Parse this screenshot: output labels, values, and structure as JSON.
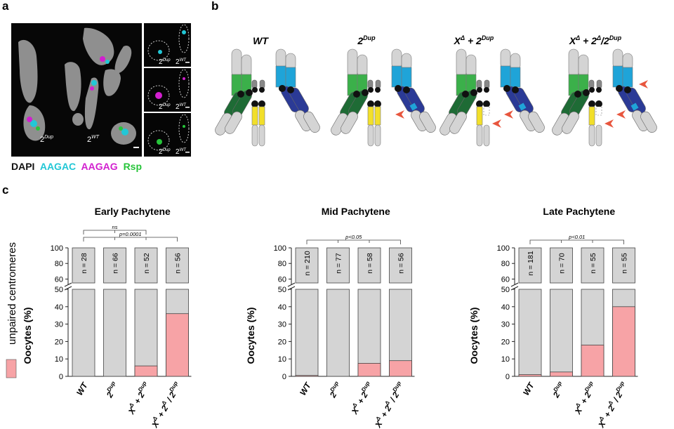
{
  "panel_labels": {
    "a": "a",
    "b": "b",
    "c": "c"
  },
  "panel_a": {
    "main_labels": {
      "dup": "2",
      "dup_sup": "Dup",
      "wt": "2",
      "wt_sup": "WT"
    },
    "inset_labels": {
      "dup": "2",
      "dup_sup": "Dup",
      "wt": "2",
      "wt_sup": "WT"
    },
    "legend": [
      {
        "text": "DAPI",
        "color": "#111111"
      },
      {
        "text": "AAGAC",
        "color": "#22c7d6"
      },
      {
        "text": "AAGAG",
        "color": "#d21fcf"
      },
      {
        "text": "Rsp",
        "color": "#27c43a"
      }
    ]
  },
  "panel_b": {
    "genotypes": [
      {
        "base": "WT",
        "sup": ""
      },
      {
        "base": "2",
        "sup": "Dup"
      },
      {
        "base": "X",
        "sup": "Δ",
        "plus": " + 2",
        "plus_sup": "Dup"
      },
      {
        "base": "X",
        "sup": "Δ",
        "plus": " + 2",
        "plus_sup": "Δ",
        "slash": "/2",
        "slash_sup": "Dup"
      }
    ],
    "colors": {
      "green_light": "#3bb04a",
      "green_dark": "#1e6b35",
      "blue_light": "#1fa4d8",
      "blue_dark": "#2b3a96",
      "yellow": "#f2df2a",
      "grey": "#d4d4d4",
      "arrow": "#e8563e"
    }
  },
  "legend_c": {
    "label": "unpaired centromeres",
    "color": "#f7a3a6"
  },
  "chart_data": [
    {
      "type": "bar",
      "title": "Early Pachytene",
      "ylabel": "Oocytes (%)",
      "ylim": [
        0,
        100
      ],
      "axis_break": [
        50,
        55
      ],
      "yticks_lower": [
        "0",
        "10",
        "20",
        "30",
        "40",
        "50"
      ],
      "yticks_upper": [
        "60",
        "80",
        "100"
      ],
      "categories": [
        {
          "base": "WT",
          "sup": ""
        },
        {
          "base": "2",
          "sup": "Dup"
        },
        {
          "base": "X",
          "sup": "Δ",
          "plus": " + 2",
          "plus_sup": "Dup"
        },
        {
          "base": "X",
          "sup": "Δ",
          "plus": " + 2",
          "plus_sup": "Δ",
          "slash": " / 2",
          "slash_sup": "Dup"
        }
      ],
      "n_labels": [
        "n = 28",
        "n = 66",
        "n = 52",
        "n = 56"
      ],
      "series": [
        {
          "name": "unpaired centromeres",
          "values": [
            0,
            0,
            6,
            36
          ]
        }
      ],
      "comparisons": [
        {
          "text": "ns",
          "from": 0,
          "to": 2
        },
        {
          "text": "p=0.0001",
          "from": 0,
          "to": 3
        }
      ]
    },
    {
      "type": "bar",
      "title": "Mid Pachytene",
      "ylabel": "Oocytes (%)",
      "ylim": [
        0,
        100
      ],
      "axis_break": [
        50,
        55
      ],
      "yticks_lower": [
        "0",
        "10",
        "20",
        "30",
        "40",
        "50"
      ],
      "yticks_upper": [
        "60",
        "80",
        "100"
      ],
      "categories": [
        {
          "base": "WT",
          "sup": ""
        },
        {
          "base": "2",
          "sup": "Dup"
        },
        {
          "base": "X",
          "sup": "Δ",
          "plus": " + 2",
          "plus_sup": "Dup"
        },
        {
          "base": "X",
          "sup": "Δ",
          "plus": " + 2",
          "plus_sup": "Δ",
          "slash": " / 2",
          "slash_sup": "Dup"
        }
      ],
      "n_labels": [
        "n = 210",
        "n = 77",
        "n = 58",
        "n = 56"
      ],
      "series": [
        {
          "name": "unpaired centromeres",
          "values": [
            0.5,
            0,
            7.5,
            9
          ]
        }
      ],
      "comparisons": [
        {
          "text": "p<0.05",
          "from": 0,
          "to": 3
        }
      ]
    },
    {
      "type": "bar",
      "title": "Late Pachytene",
      "ylabel": "Oocytes (%)",
      "ylim": [
        0,
        100
      ],
      "axis_break": [
        50,
        55
      ],
      "yticks_lower": [
        "0",
        "10",
        "20",
        "30",
        "40",
        "50"
      ],
      "yticks_upper": [
        "60",
        "80",
        "100"
      ],
      "categories": [
        {
          "base": "WT",
          "sup": ""
        },
        {
          "base": "2",
          "sup": "Dup"
        },
        {
          "base": "X",
          "sup": "Δ",
          "plus": " + 2",
          "plus_sup": "Dup"
        },
        {
          "base": "X",
          "sup": "Δ",
          "plus": " + 2",
          "plus_sup": "Δ",
          "slash": " / 2",
          "slash_sup": "Dup"
        }
      ],
      "n_labels": [
        "n = 181",
        "n = 70",
        "n = 55",
        "n = 55"
      ],
      "series": [
        {
          "name": "unpaired centromeres",
          "values": [
            1,
            2.5,
            18,
            40
          ]
        }
      ],
      "comparisons": [
        {
          "text": "p<0.01",
          "from": 0,
          "to": 3
        }
      ]
    }
  ]
}
